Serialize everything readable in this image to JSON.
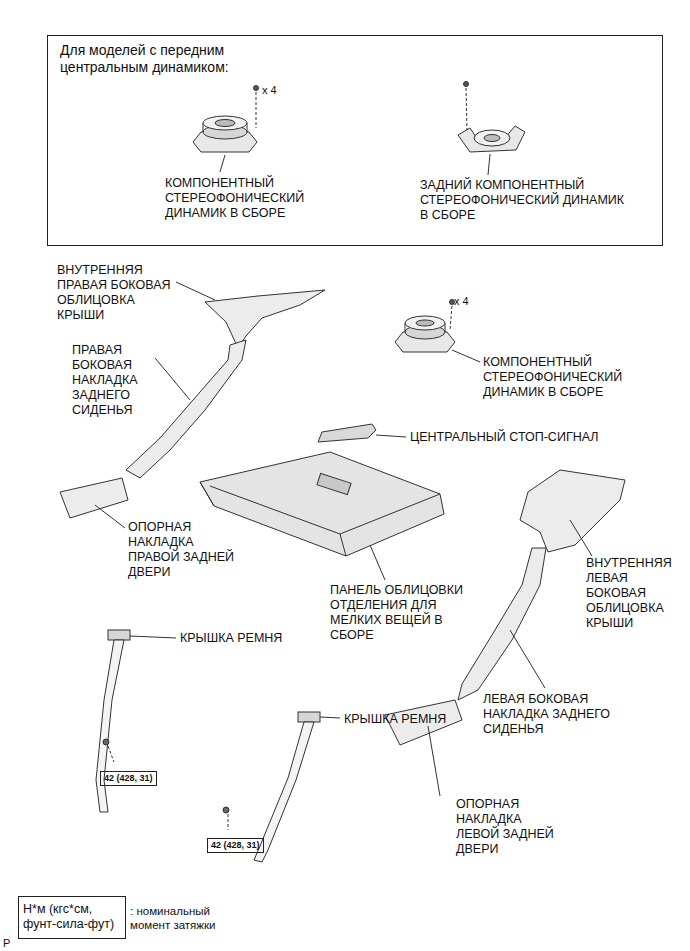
{
  "diagram": {
    "nodes": [
      {
        "text": [
          "Для моделей с передним центральным динамиком:",
          "x 4",
          "КОМПОНЕНТНЫЙ СТЕРЕОФОНИЧЕСКИЙ ДИНАМИК В СБОРЕ",
          "ЗАДНИЙ КОМПОНЕНТНЫЙ СТЕРЕОФОНИЧЕСКИЙ ДИНАМИК В СБОРЕ"
        ]
      },
      {
        "text": [
          "42 (428, 31)"
        ]
      },
      {
        "text": [
          "42 (428, 31)"
        ]
      },
      {
        "text": [
          "Н*м (кгс*см, фунт-сила-фут)"
        ]
      }
    ],
    "labels": [
      "ВНУТРЕННЯЯ ПРАВАЯ БОКОВАЯ ОБЛИЦОВКА КРЫШИ",
      "ПРАВАЯ БОКОВАЯ НАКЛАДКА ЗАДНЕГО СИДЕНЬЯ",
      "x 4",
      "КОМПОНЕНТНЫЙ СТЕРЕОФОНИЧЕСКИЙ ДИНАМИК В СБОРЕ",
      "ЦЕНТРАЛЬНЫЙ СТОП-СИГНАЛ",
      "ОПОРНАЯ НАКЛАДКА ПРАВОЙ ЗАДНЕЙ ДВЕРИ",
      "ВНУТРЕННЯЯ ЛЕВАЯ БОКОВАЯ ОБЛИЦОВКА КРЫШИ",
      "ПАНЕЛЬ ОБЛИЦОВКИ ОТДЕЛЕНИЯ ДЛЯ МЕЛКИХ ВЕЩЕЙ В СБОРЕ",
      "КРЫШКА РЕМНЯ",
      "ЛЕВАЯ БОКОВАЯ НАКЛАДКА ЗАДНЕГО СИДЕНЬЯ",
      "КРЫШКА РЕМНЯ",
      "ОПОРНАЯ НАКЛАДКА ЛЕВОЙ ЗАДНЕЙ ДВЕРИ",
      ": номинальный момент затяжки",
      "P"
    ]
  }
}
